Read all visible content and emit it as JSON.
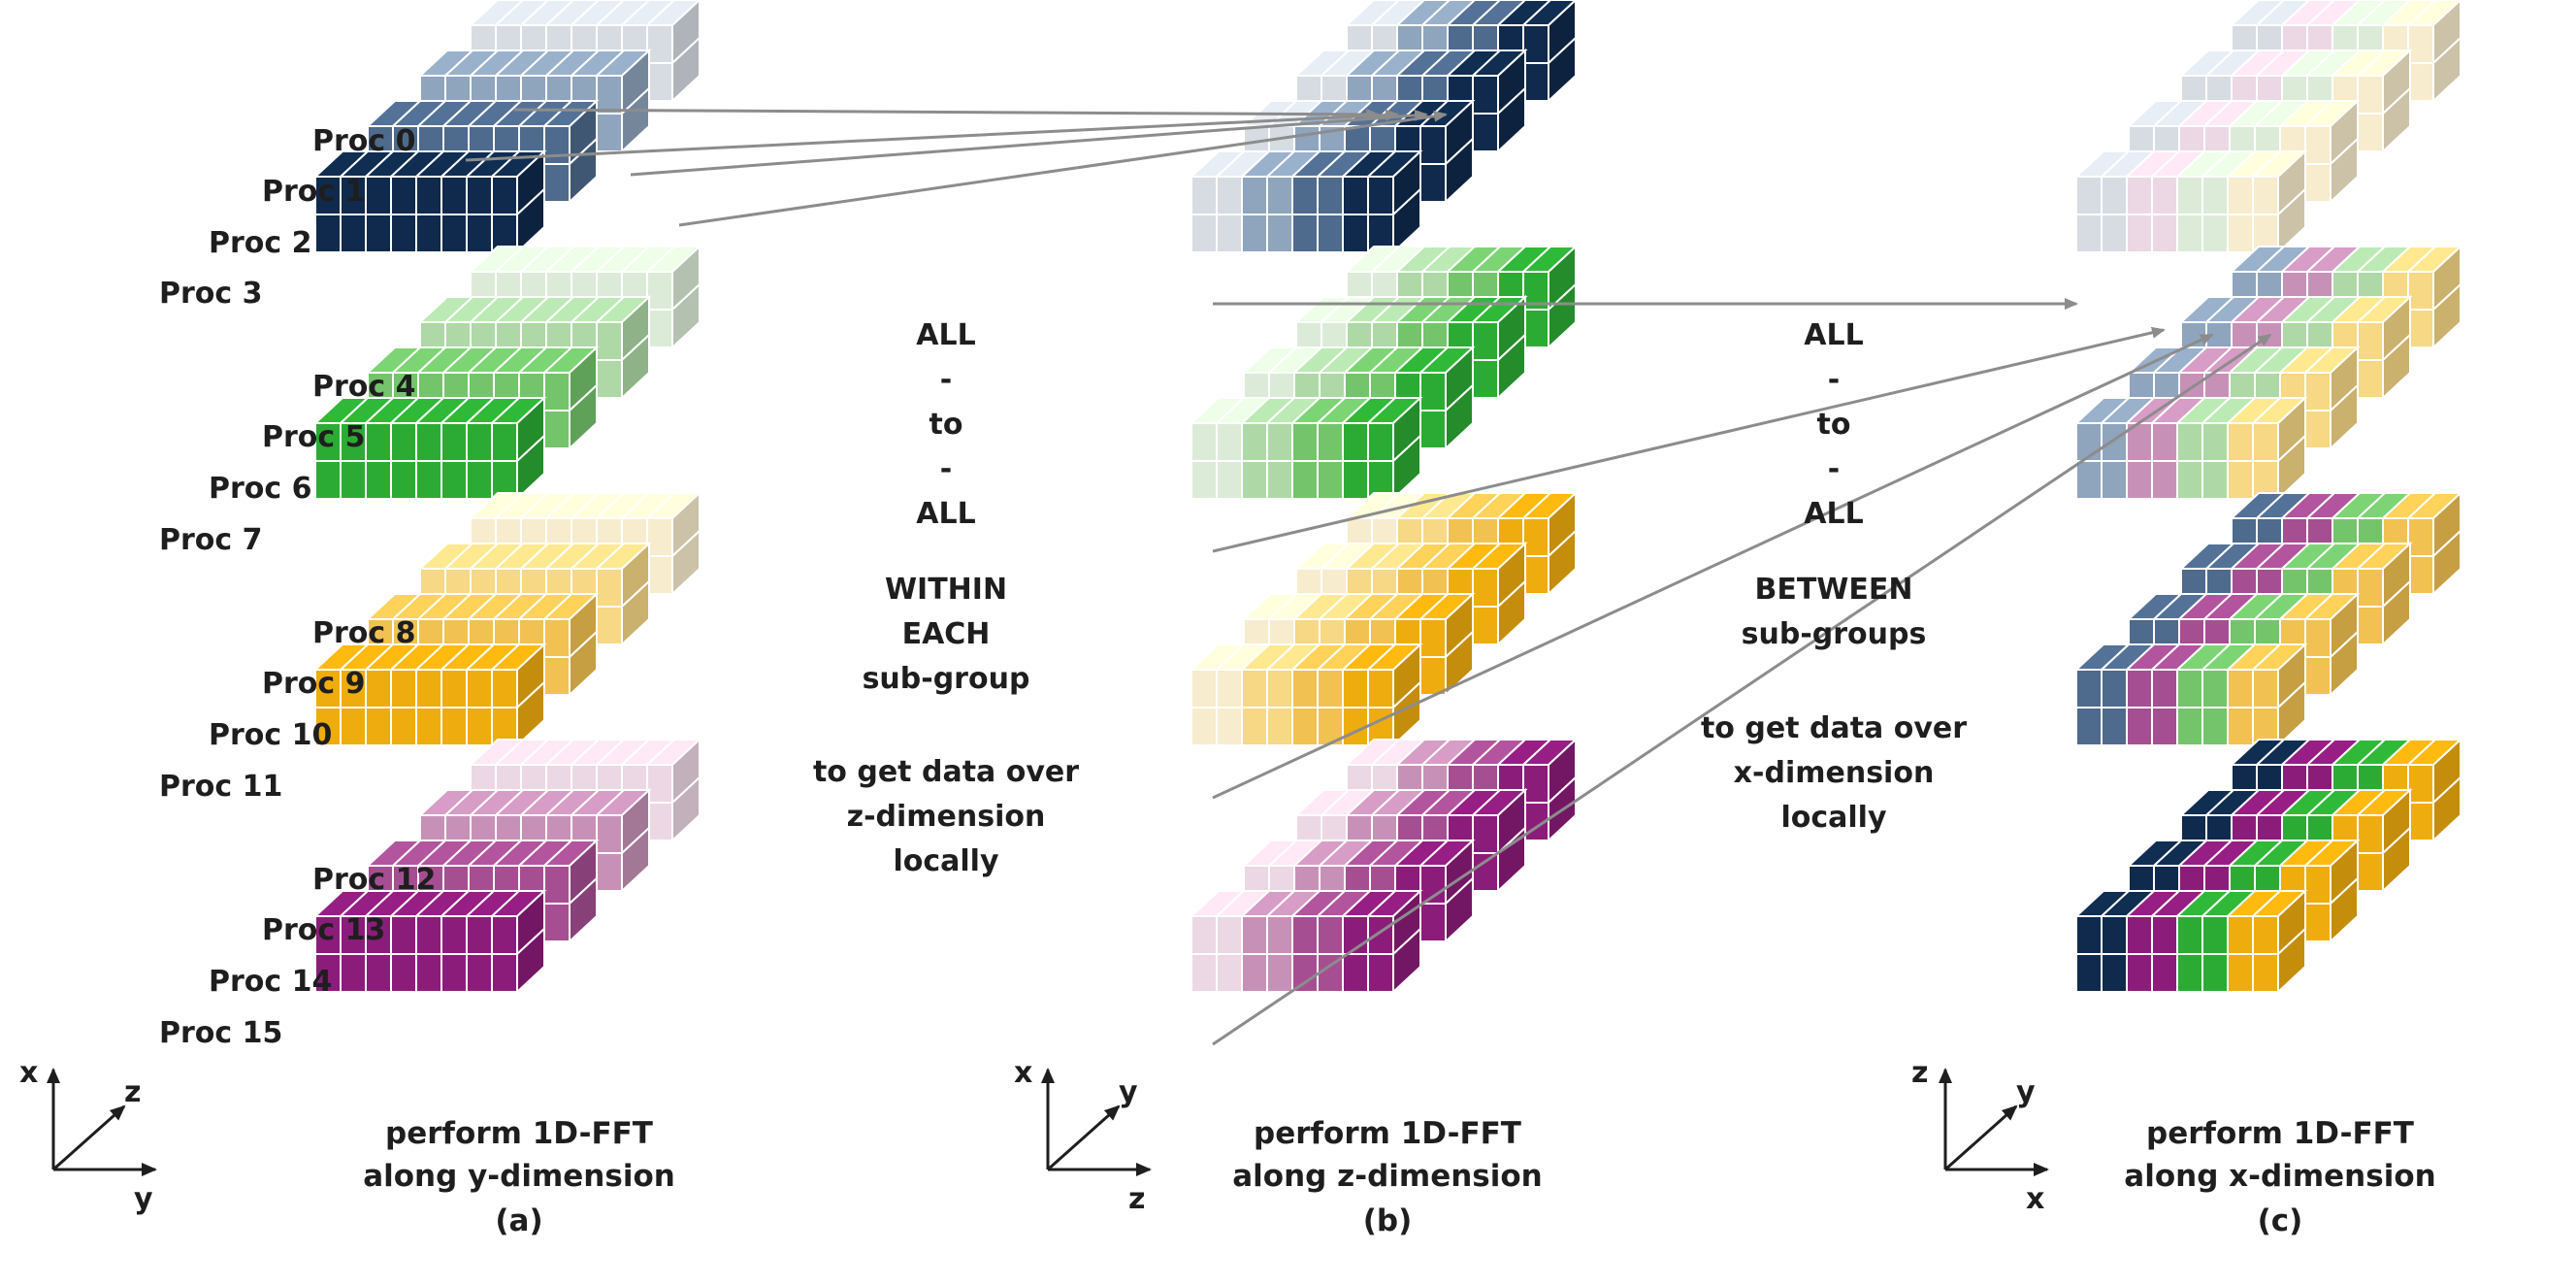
{
  "panels": [
    {
      "id": "a",
      "caption": [
        "perform 1D-FFT",
        "along y-dimension",
        "(a)"
      ],
      "axes": {
        "up": "x",
        "diag": "z",
        "right": "y"
      },
      "groups": [
        {
          "procs": [
            "Proc 0",
            "Proc 1",
            "Proc 2",
            "Proc 3"
          ],
          "colors": [
            "#d7dce3",
            "#8fa4bd",
            "#4e6a8c",
            "#0f2a4c"
          ]
        },
        {
          "procs": [
            "Proc 4",
            "Proc 5",
            "Proc 6",
            "Proc 7"
          ],
          "colors": [
            "#dcebd8",
            "#aed9a7",
            "#74c46b",
            "#2cab34"
          ]
        },
        {
          "procs": [
            "Proc 8",
            "Proc 9",
            "Proc 10",
            "Proc 11"
          ],
          "colors": [
            "#f7eccd",
            "#f6d885",
            "#f1c252",
            "#efac0f"
          ]
        },
        {
          "procs": [
            "Proc 12",
            "Proc 13",
            "Proc 14",
            "Proc 15"
          ],
          "colors": [
            "#ecd8e4",
            "#c791b7",
            "#a54f92",
            "#8c1c7a"
          ]
        }
      ]
    },
    {
      "id": "b",
      "caption": [
        "perform 1D-FFT",
        "along z-dimension",
        "(b)"
      ],
      "axes": {
        "up": "x",
        "diag": "y",
        "right": "z"
      }
    },
    {
      "id": "c",
      "caption": [
        "perform 1D-FFT",
        "along x-dimension",
        "(c)"
      ],
      "axes": {
        "up": "z",
        "diag": "y",
        "right": "x"
      },
      "column_colors": [
        [
          "#d7dce3",
          "#ecd8e4",
          "#dcebd8",
          "#f7eccd"
        ],
        [
          "#8fa4bd",
          "#c791b7",
          "#aed9a7",
          "#f6d885"
        ],
        [
          "#4e6a8c",
          "#a54f92",
          "#74c46b",
          "#f1c252"
        ],
        [
          "#0f2a4c",
          "#8c1c7a",
          "#2cab34",
          "#efac0f"
        ]
      ]
    }
  ],
  "middle_text_1": [
    "ALL",
    "-",
    "to",
    "-",
    "ALL",
    "",
    "WITHIN",
    "EACH",
    "sub-group",
    "",
    "to get data over",
    "z-dimension",
    "locally"
  ],
  "middle_text_2": [
    "ALL",
    "-",
    "to",
    "-",
    "ALL",
    "",
    "BETWEEN",
    "sub-groups",
    "",
    "to get data over",
    "x-dimension",
    "locally"
  ],
  "colors": {
    "grid_line": "#ffffff",
    "arrow": "#8c8c8c",
    "text": "#1e1e1e"
  }
}
